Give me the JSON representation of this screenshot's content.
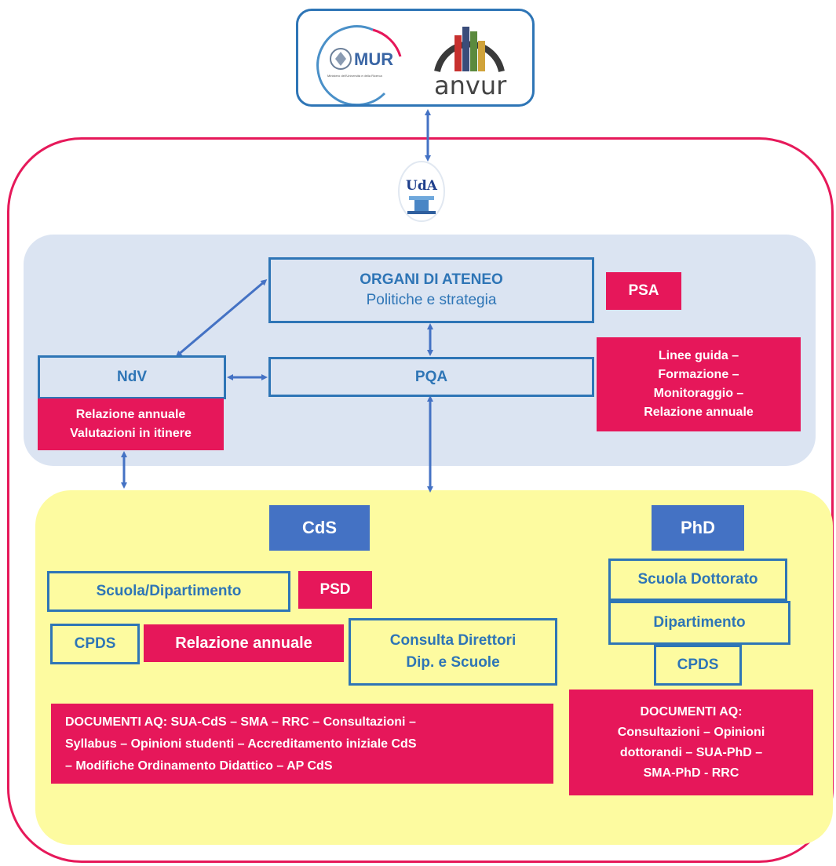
{
  "logos": {
    "mur": {
      "text": "MUR",
      "subtext": "Ministero dell'Università e della Ricerca"
    },
    "anvur": {
      "text": "anvur"
    },
    "uda": {
      "text": "UdA"
    }
  },
  "governance": {
    "organi": {
      "title": "ORGANI DI ATENEO",
      "subtitle": "Politiche e strategia"
    },
    "psa": "PSA",
    "ndv": "NdV",
    "ndv_docs": [
      "Relazione annuale",
      "Valutazioni in itinere"
    ],
    "pqa": "PQA",
    "pqa_docs": [
      "Linee guida –",
      "Formazione –",
      "Monitoraggio –",
      "Relazione annuale"
    ]
  },
  "cds": {
    "title": "CdS",
    "scuola_dipartimento": "Scuola/Dipartimento",
    "psd": "PSD",
    "cpds": "CPDS",
    "relazione_annuale": "Relazione annuale",
    "consulta": [
      "Consulta Direttori",
      "Dip. e Scuole"
    ],
    "documenti": [
      "DOCUMENTI AQ: SUA-CdS – SMA – RRC – Consultazioni –",
      "Syllabus – Opinioni studenti – Accreditamento iniziale CdS",
      "– Modifiche Ordinamento Didattico – AP CdS"
    ]
  },
  "phd": {
    "title": "PhD",
    "scuola_dottorato": "Scuola Dottorato",
    "dipartimento": "Dipartimento",
    "cpds": "CPDS",
    "documenti": [
      "DOCUMENTI AQ:",
      "Consultazioni – Opinioni",
      "dottorandi – SUA-PhD –",
      "SMA-PhD - RRC"
    ]
  },
  "colors": {
    "blue": "#2e75b6",
    "pink": "#e6175a",
    "title_blue": "#4472c4",
    "governance_bg": "#dbe4f2",
    "degree_bg": "#fdfba0",
    "arrow": "#4472c4"
  }
}
